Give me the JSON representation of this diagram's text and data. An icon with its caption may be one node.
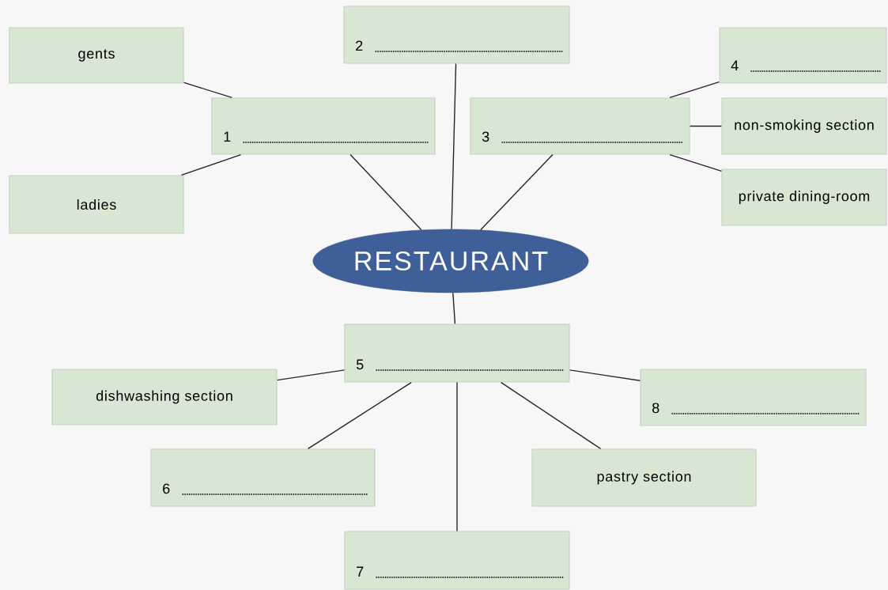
{
  "diagram": {
    "nodes": [
      {
        "text": [
          "gents"
        ]
      },
      {
        "text": [
          "2"
        ]
      },
      {
        "text": [
          "4"
        ]
      },
      {
        "text": [
          "1"
        ]
      },
      {
        "text": [
          "3"
        ]
      },
      {
        "text": [
          "non-smoking section"
        ]
      },
      {
        "text": [
          "ladies"
        ]
      },
      {
        "text": [
          "private dining-room"
        ]
      },
      {
        "text": [
          "RESTAURANT"
        ]
      },
      {
        "text": [
          "5"
        ]
      },
      {
        "text": [
          "dishwashing section"
        ]
      },
      {
        "text": [
          "8"
        ]
      },
      {
        "text": [
          "6"
        ]
      },
      {
        "text": [
          "pastry section"
        ]
      },
      {
        "text": [
          "7"
        ]
      }
    ],
    "edges": [
      {
        "from": 0,
        "to": 3,
        "arrow": "none"
      },
      {
        "from": 6,
        "to": 3,
        "arrow": "none"
      },
      {
        "from": 3,
        "to": 8,
        "arrow": "none"
      },
      {
        "from": 1,
        "to": 8,
        "arrow": "none"
      },
      {
        "from": 4,
        "to": 8,
        "arrow": "none"
      },
      {
        "from": 4,
        "to": 2,
        "arrow": "none"
      },
      {
        "from": 4,
        "to": 5,
        "arrow": "none"
      },
      {
        "from": 4,
        "to": 7,
        "arrow": "none"
      },
      {
        "from": 8,
        "to": 9,
        "arrow": "none"
      },
      {
        "from": 9,
        "to": 10,
        "arrow": "none"
      },
      {
        "from": 9,
        "to": 12,
        "arrow": "none"
      },
      {
        "from": 9,
        "to": 13,
        "arrow": "none"
      },
      {
        "from": 9,
        "to": 11,
        "arrow": "none"
      },
      {
        "from": 9,
        "to": 14,
        "arrow": "none"
      }
    ]
  }
}
